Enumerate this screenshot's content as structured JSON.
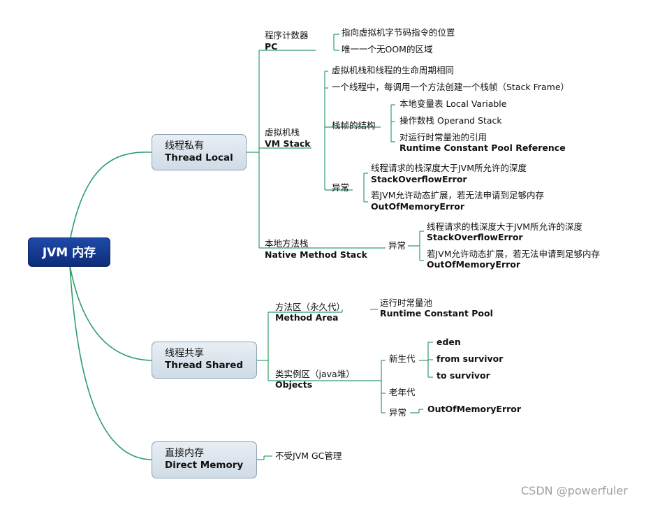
{
  "root": "JVM 内存",
  "branches": {
    "thread_local": {
      "line1": "线程私有",
      "line2": "Thread Local",
      "pc": {
        "line1": "程序计数器",
        "line2": "PC",
        "items": [
          "指向虚拟机字节码指令的位置",
          "唯一一个无OOM的区域"
        ]
      },
      "vm_stack": {
        "line1": "虚拟机栈",
        "line2": "VM Stack",
        "item1": "虚拟机栈和线程的生命周期相同",
        "item2": "一个线程中，每调用一个方法创建一个栈帧（Stack Frame）",
        "frame_structure": {
          "label": "栈帧的结构",
          "local_variable": "本地变量表 Local Variable",
          "operand_stack": "操作数栈 Operand Stack",
          "rcp_ref_line1": "对运行时常量池的引用",
          "rcp_ref_line2": "Runtime Constant Pool Reference"
        },
        "exceptions": {
          "label": "异常",
          "e1_line1": "线程请求的栈深度大于JVM所允许的深度",
          "e1_line2": "StackOverflowError",
          "e2_line1": "若JVM允许动态扩展，若无法申请到足够内存",
          "e2_line2": "OutOfMemoryError"
        }
      },
      "native_stack": {
        "line1": "本地方法栈",
        "line2": "Native Method Stack",
        "exceptions": {
          "label": "异常",
          "e1_line1": "线程请求的栈深度大于JVM所允许的深度",
          "e1_line2": "StackOverflowError",
          "e2_line1": "若JVM允许动态扩展，若无法申请到足够内存",
          "e2_line2": "OutOfMemoryError"
        }
      }
    },
    "thread_shared": {
      "line1": "线程共享",
      "line2": "Thread Shared",
      "method_area": {
        "line1": "方法区（永久代）",
        "line2": "Method Area",
        "child_line1": "运行时常量池",
        "child_line2": "Runtime Constant Pool"
      },
      "objects": {
        "line1": "类实例区（java堆）",
        "line2": "Objects",
        "young": {
          "label": "新生代",
          "items": [
            "eden",
            "from survivor",
            "to survivor"
          ]
        },
        "old": "老年代",
        "exceptions": {
          "label": "异常",
          "item": "OutOfMemoryError"
        }
      }
    },
    "direct_memory": {
      "line1": "直接内存",
      "line2": "Direct Memory",
      "item": "不受JVM GC管理"
    }
  },
  "watermark": "CSDN @powerfuler",
  "colors": {
    "connector": "#2e9e6b",
    "root_fill": "#13388f",
    "box_fill": "#dbe4ec"
  }
}
